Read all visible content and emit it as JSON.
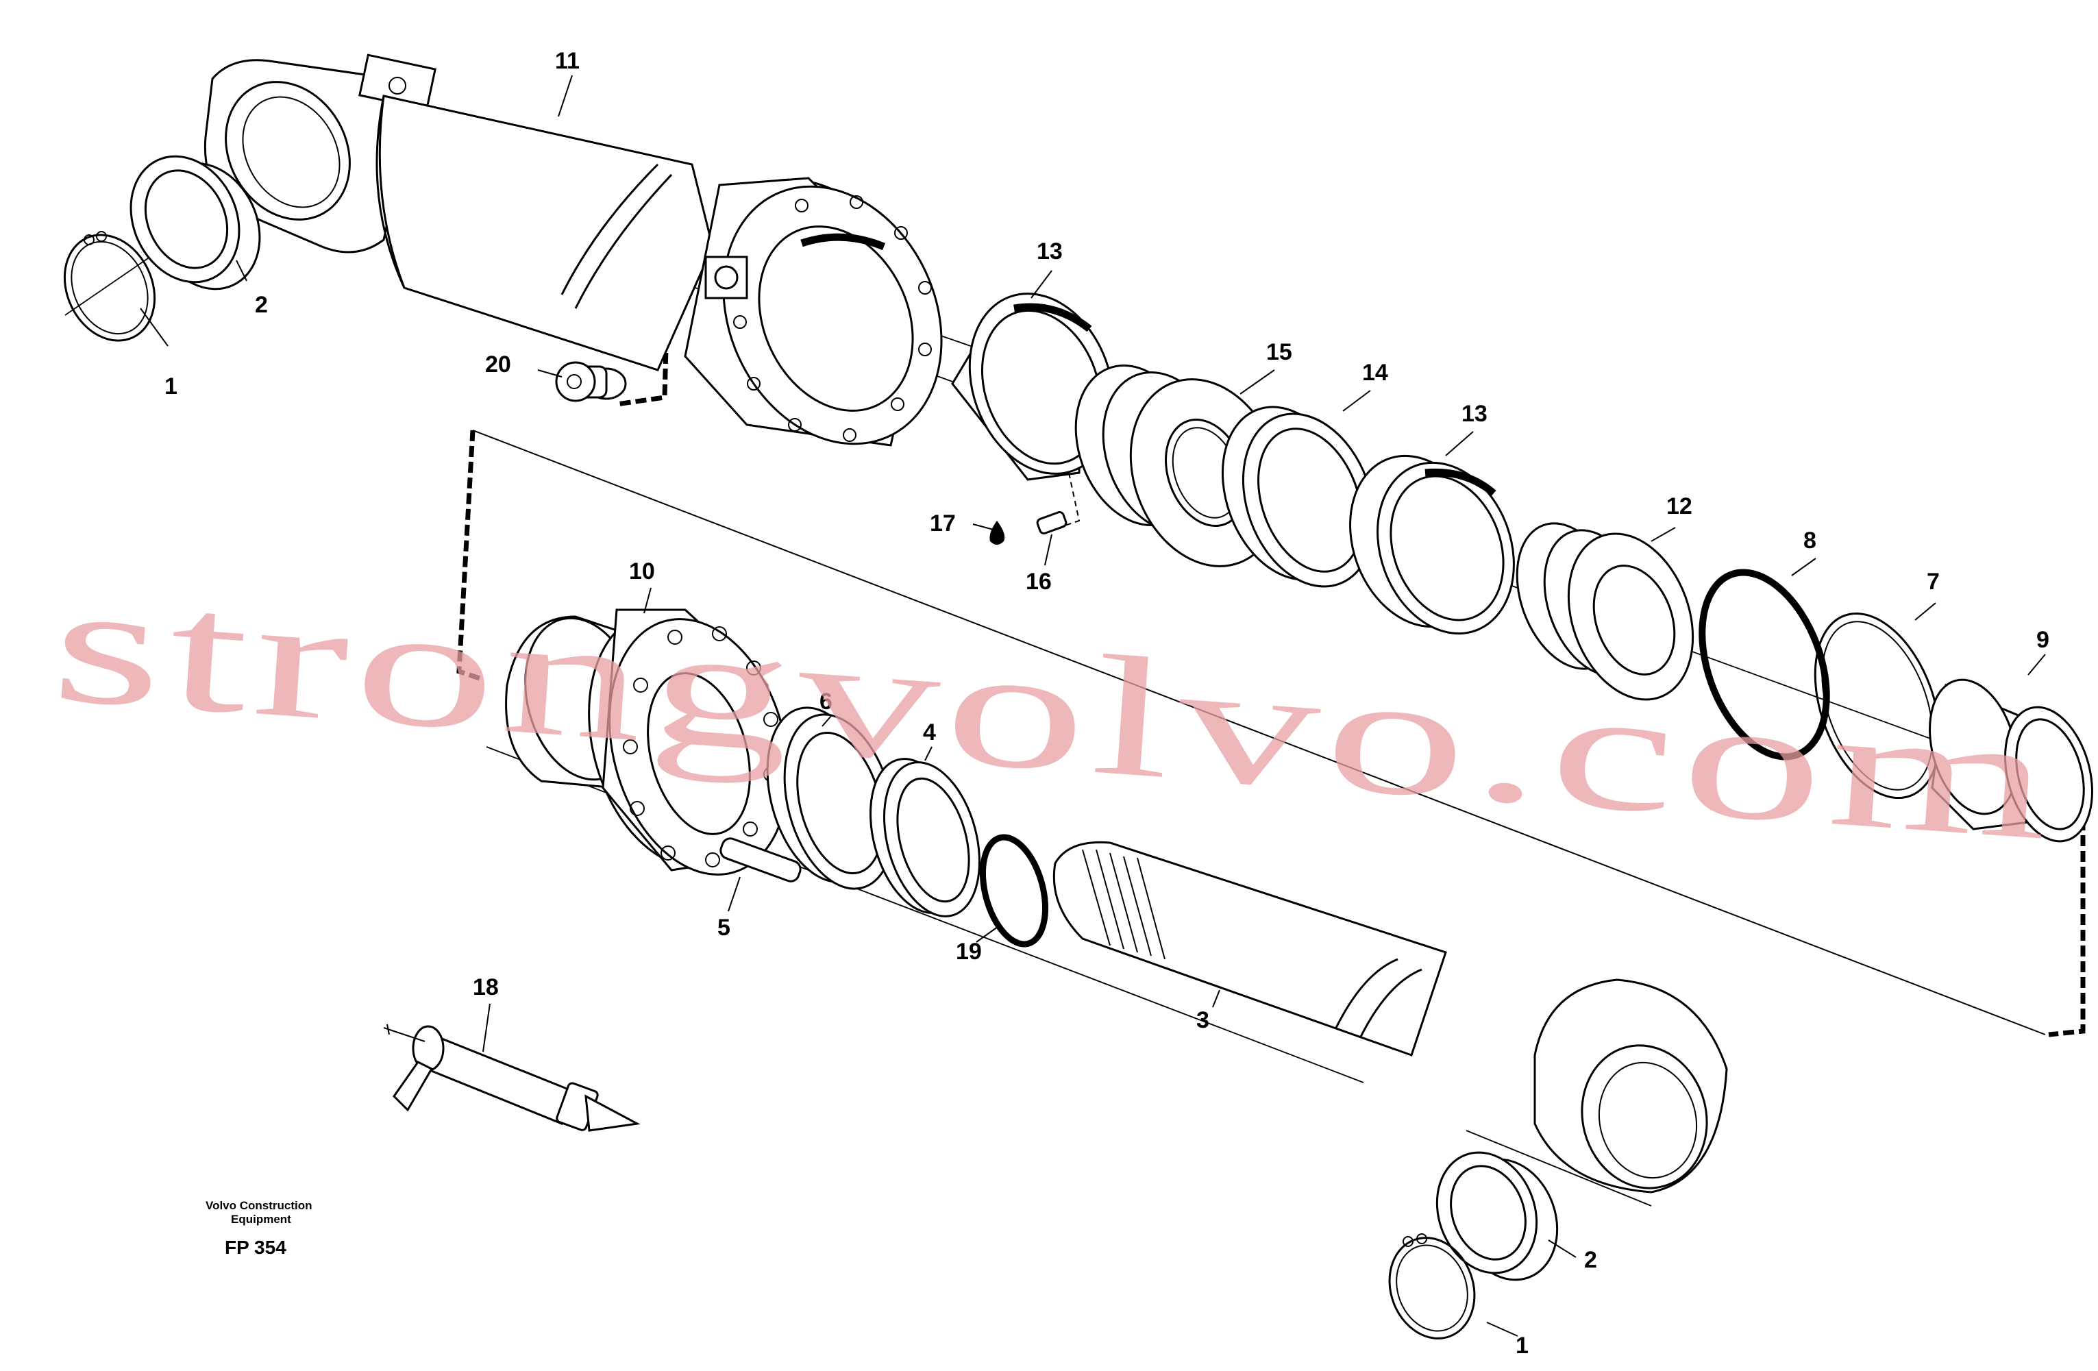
{
  "diagram": {
    "callouts": [
      {
        "id": "1a",
        "label": "1"
      },
      {
        "id": "2a",
        "label": "2"
      },
      {
        "id": "11",
        "label": "11"
      },
      {
        "id": "20",
        "label": "20"
      },
      {
        "id": "13a",
        "label": "13"
      },
      {
        "id": "15",
        "label": "15"
      },
      {
        "id": "14",
        "label": "14"
      },
      {
        "id": "13b",
        "label": "13"
      },
      {
        "id": "12",
        "label": "12"
      },
      {
        "id": "8",
        "label": "8"
      },
      {
        "id": "7",
        "label": "7"
      },
      {
        "id": "9",
        "label": "9"
      },
      {
        "id": "17",
        "label": "17"
      },
      {
        "id": "16",
        "label": "16"
      },
      {
        "id": "10",
        "label": "10"
      },
      {
        "id": "6",
        "label": "6"
      },
      {
        "id": "4",
        "label": "4"
      },
      {
        "id": "5",
        "label": "5"
      },
      {
        "id": "19",
        "label": "19"
      },
      {
        "id": "3",
        "label": "3"
      },
      {
        "id": "18",
        "label": "18"
      },
      {
        "id": "2b",
        "label": "2"
      },
      {
        "id": "1b",
        "label": "1"
      }
    ],
    "footer": {
      "company_line1": "Volvo Construction",
      "company_line2": "Equipment",
      "figure_code": "FP 354"
    },
    "watermark": "strongvolvo.com"
  }
}
